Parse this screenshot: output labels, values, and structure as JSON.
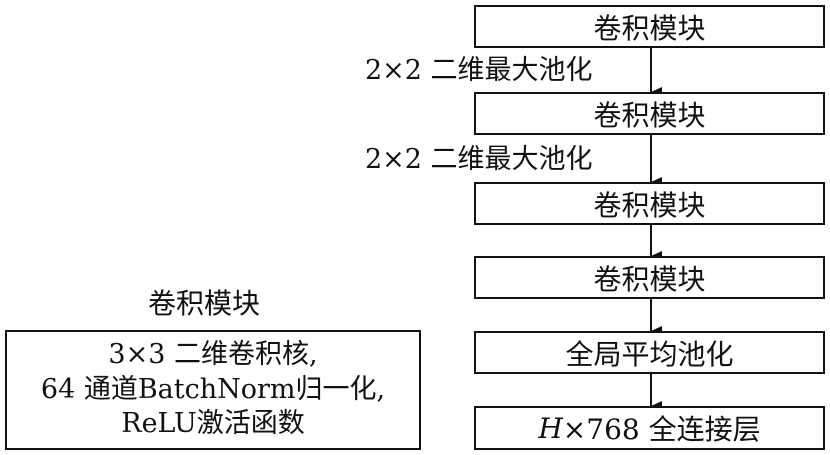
{
  "flow": {
    "block1": "卷积模块",
    "pool1": "2×2 二维最大池化",
    "block2": "卷积模块",
    "pool2": "2×2 二维最大池化",
    "block3": "卷积模块",
    "block4": "卷积模块",
    "gap": "全局平均池化",
    "fc_var": "H",
    "fc_rest": "×768 全连接层"
  },
  "legend": {
    "title": "卷积模块",
    "lines": [
      "3×3 二维卷积核,",
      "64 通道BatchNorm归一化,",
      "ReLU激活函数"
    ]
  }
}
